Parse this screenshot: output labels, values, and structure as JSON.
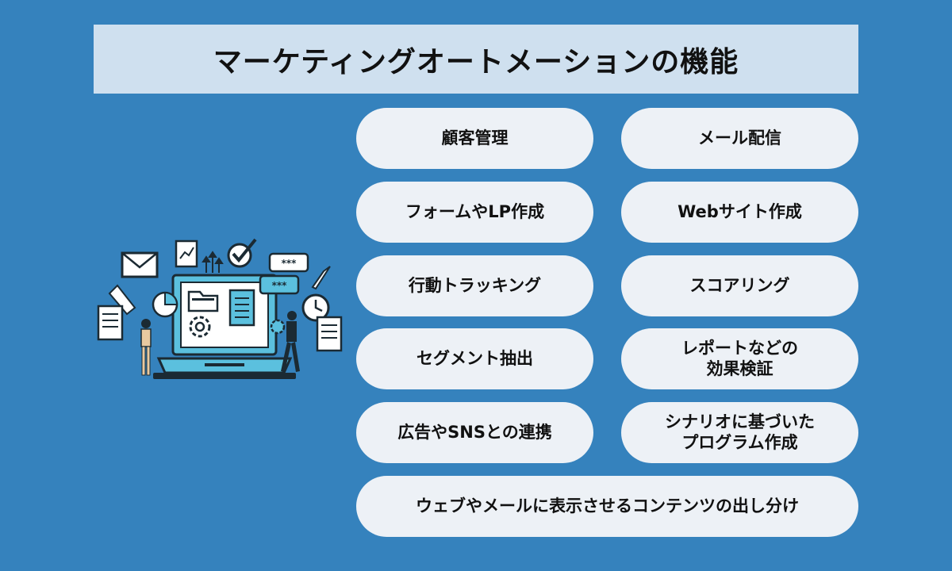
{
  "title": "マーケティングオートメーションの機能",
  "features": [
    "顧客管理",
    "メール配信",
    "フォームやLP作成",
    "Webサイト作成",
    "行動トラッキング",
    "スコアリング",
    "セグメント抽出",
    "レポートなどの\n効果検証",
    "広告やSNSとの連携",
    "シナリオに基づいた\nプログラム作成",
    "ウェブやメールに表示させるコンテンツの出し分け"
  ],
  "illustration": {
    "icons": [
      "envelope-icon",
      "document-chart-icon",
      "upward-arrows-icon",
      "checkmark-badge-icon",
      "chat-bubble-icon",
      "pencil-icon",
      "clock-icon",
      "laptop-icon",
      "folder-icon",
      "pie-chart-icon",
      "gear-icon",
      "person-icon"
    ],
    "bubble_text": "***"
  },
  "colors": {
    "background": "#3582bd",
    "title_bar": "#cfe0ef",
    "pill": "#edf1f6",
    "text": "#111111",
    "illustration_accent": "#5bc0de"
  }
}
